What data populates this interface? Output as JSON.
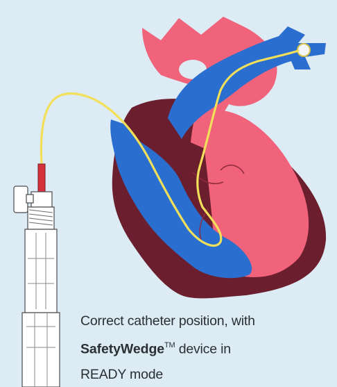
{
  "caption": {
    "line1": "Correct catheter position, with",
    "brand": "SafetyWedge",
    "trademark": "TM",
    "line2_rest": " device in",
    "line3": "READY mode"
  },
  "colors": {
    "background": "#dcebf4",
    "oxygenated_blood": "#f0637a",
    "deoxygenated_blood": "#2a6fd0",
    "myocardium": "#6b1f2e",
    "catheter": "#f2e05a",
    "device_body": "#ffffff",
    "device_tip": "#d4313c"
  }
}
